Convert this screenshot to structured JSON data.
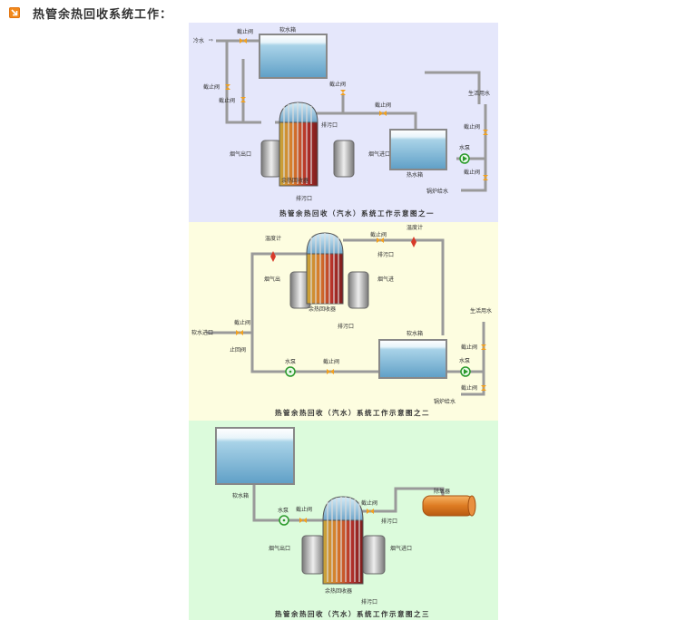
{
  "heading": {
    "icon": "rss-arrow-icon",
    "title": "热管余热回收系统工作："
  },
  "colors": {
    "accent_icon": "#f28a1c",
    "panel1_bg": "#e5e7fb",
    "panel2_bg": "#fdfde0",
    "panel3_bg": "#dcfbdc",
    "pipe": "#9a9a9a",
    "valve": "#f0a020",
    "pump": "#2a9a2a"
  },
  "diagrams": [
    {
      "caption": "热管余热回收（汽水）系统工作示意图之一",
      "labels": {
        "cold_water": "冷水",
        "stop_valve_a": "截止阀",
        "soft_tank": "软水箱",
        "stop_valve_b": "截止阀",
        "stop_valve_c": "截止阀",
        "stop_valve_d": "截止阀",
        "stop_valve_e": "截止阀",
        "drain_top": "排污口",
        "flue_out": "烟气出口",
        "flue_in": "烟气进口",
        "recovery": "余热回收器",
        "drain_bottom": "排污口",
        "hot_tank": "热水箱",
        "pump": "水泵",
        "domestic": "生活用水",
        "stop_valve_f": "截止阀",
        "stop_valve_g": "截止阀",
        "boiler_feed": "锅炉给水"
      }
    },
    {
      "caption": "热管余热回收（汽水）系统工作示意图之二",
      "labels": {
        "thermometer_a": "温度计",
        "stop_valve_a": "截止阀",
        "thermometer_b": "温度计",
        "drain_top": "排污口",
        "flue_out": "烟气出",
        "flue_in": "烟气进",
        "recovery": "余热回收器",
        "drain_bottom": "排污口",
        "soft_in": "软水进口",
        "stop_valve_b": "截止阀",
        "check_valve": "止回阀",
        "pump_a": "水泵",
        "stop_valve_c": "截止阀",
        "soft_tank": "软水箱",
        "pump_b": "水泵",
        "domestic": "生活用水",
        "stop_valve_d": "截止阀",
        "stop_valve_e": "截止阀",
        "boiler_feed": "锅炉给水"
      }
    },
    {
      "caption": "热管余热回收（汽水）系统工作示意图之三",
      "labels": {
        "soft_tank": "软水箱",
        "pump": "水泵",
        "stop_valve_a": "截止阀",
        "stop_valve_b": "截止阀",
        "deaerator": "除氧器",
        "drain_top": "排污口",
        "flue_out": "烟气出口",
        "flue_in": "烟气进口",
        "recovery": "余热回收器",
        "drain_bottom": "排污口"
      }
    }
  ]
}
